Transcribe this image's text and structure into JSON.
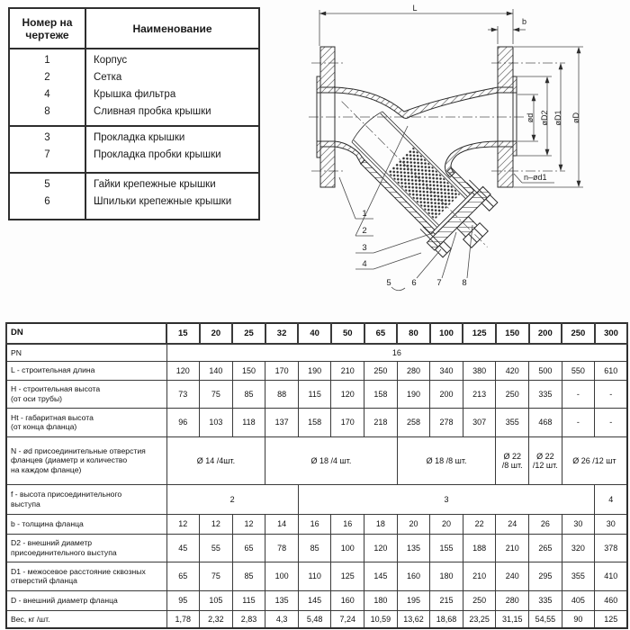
{
  "parts_table": {
    "header_col1": "Номер на чертеже",
    "header_col2": "Наименование",
    "groups": [
      {
        "rows": [
          {
            "num": "1",
            "name": "Корпус"
          },
          {
            "num": "2",
            "name": "Сетка"
          },
          {
            "num": "4",
            "name": "Крышка фильтра"
          },
          {
            "num": "8",
            "name": "Сливная пробка крышки"
          }
        ]
      },
      {
        "rows": [
          {
            "num": "3",
            "name": "Прокладка крышки"
          },
          {
            "num": "7",
            "name": "Прокладка пробки крышки"
          }
        ]
      },
      {
        "rows": [
          {
            "num": "5",
            "name": "Гайки крепежные крышки"
          },
          {
            "num": "6",
            "name": "Шпильки крепежные крышки"
          }
        ]
      }
    ]
  },
  "drawing": {
    "dim_labels": {
      "L": "L",
      "b": "b",
      "d": "ød",
      "D2": "øD2",
      "D1": "øD1",
      "D": "øD",
      "holes": "n–ød1"
    },
    "callouts": [
      "1",
      "2",
      "3",
      "4",
      "5",
      "6",
      "7",
      "8"
    ]
  },
  "dims_table": {
    "rows": [
      {
        "label": "DN",
        "bold": true,
        "cells": [
          {
            "t": "15"
          },
          {
            "t": "20"
          },
          {
            "t": "25"
          },
          {
            "t": "32"
          },
          {
            "t": "40"
          },
          {
            "t": "50"
          },
          {
            "t": "65"
          },
          {
            "t": "80"
          },
          {
            "t": "100"
          },
          {
            "t": "125"
          },
          {
            "t": "150"
          },
          {
            "t": "200"
          },
          {
            "t": "250"
          },
          {
            "t": "300"
          }
        ]
      },
      {
        "label": "PN",
        "cells": [
          {
            "t": "16",
            "span": 14
          }
        ]
      },
      {
        "label": "L - строительная длина",
        "cells": [
          {
            "t": "120"
          },
          {
            "t": "140"
          },
          {
            "t": "150"
          },
          {
            "t": "170"
          },
          {
            "t": "190"
          },
          {
            "t": "210"
          },
          {
            "t": "250"
          },
          {
            "t": "280"
          },
          {
            "t": "340"
          },
          {
            "t": "380"
          },
          {
            "t": "420"
          },
          {
            "t": "500"
          },
          {
            "t": "550"
          },
          {
            "t": "610"
          }
        ]
      },
      {
        "label": "H - строительная высота\n(от оси трубы)",
        "cells": [
          {
            "t": "73"
          },
          {
            "t": "75"
          },
          {
            "t": "85"
          },
          {
            "t": "88"
          },
          {
            "t": "115"
          },
          {
            "t": "120"
          },
          {
            "t": "158"
          },
          {
            "t": "190"
          },
          {
            "t": "200"
          },
          {
            "t": "213"
          },
          {
            "t": "250"
          },
          {
            "t": "335"
          },
          {
            "t": "-"
          },
          {
            "t": "-"
          }
        ]
      },
      {
        "label": "Ht - габаритная высота\n(от конца фланца)",
        "cells": [
          {
            "t": "96"
          },
          {
            "t": "103"
          },
          {
            "t": "118"
          },
          {
            "t": "137"
          },
          {
            "t": "158"
          },
          {
            "t": "170"
          },
          {
            "t": "218"
          },
          {
            "t": "258"
          },
          {
            "t": "278"
          },
          {
            "t": "307"
          },
          {
            "t": "355"
          },
          {
            "t": "468"
          },
          {
            "t": "-"
          },
          {
            "t": "-"
          }
        ]
      },
      {
        "label": "N - ød присоединительные отверстия\nфланцев (диаметр и количество\nна каждом фланце)",
        "cells": [
          {
            "t": "Ø 14 /4шт.",
            "span": 3
          },
          {
            "t": "Ø 18 /4 шт.",
            "span": 4
          },
          {
            "t": "Ø 18 /8 шт.",
            "span": 3
          },
          {
            "t": "Ø 22\n/8 шт.",
            "span": 1
          },
          {
            "t": "Ø 22\n/12 шт.",
            "span": 1
          },
          {
            "t": "Ø 26 /12 шт",
            "span": 2
          }
        ]
      },
      {
        "label": "f - высота присоединительного\nвыступа",
        "cells": [
          {
            "t": "2",
            "span": 4
          },
          {
            "t": "3",
            "span": 9
          },
          {
            "t": "4",
            "span": 1
          }
        ]
      },
      {
        "label": "b - толщина фланца",
        "cells": [
          {
            "t": "12"
          },
          {
            "t": "12"
          },
          {
            "t": "12"
          },
          {
            "t": "14"
          },
          {
            "t": "16"
          },
          {
            "t": "16"
          },
          {
            "t": "18"
          },
          {
            "t": "20"
          },
          {
            "t": "20"
          },
          {
            "t": "22"
          },
          {
            "t": "24"
          },
          {
            "t": "26"
          },
          {
            "t": "30"
          },
          {
            "t": "30"
          }
        ]
      },
      {
        "label": "D2 - внешний диаметр\nприсоединительного выступа",
        "cells": [
          {
            "t": "45"
          },
          {
            "t": "55"
          },
          {
            "t": "65"
          },
          {
            "t": "78"
          },
          {
            "t": "85"
          },
          {
            "t": "100"
          },
          {
            "t": "120"
          },
          {
            "t": "135"
          },
          {
            "t": "155"
          },
          {
            "t": "188"
          },
          {
            "t": "210"
          },
          {
            "t": "265"
          },
          {
            "t": "320"
          },
          {
            "t": "378"
          }
        ]
      },
      {
        "label": "D1 - межосевое расстояние сквозных\nотверстий  фланца",
        "cells": [
          {
            "t": "65"
          },
          {
            "t": "75"
          },
          {
            "t": "85"
          },
          {
            "t": "100"
          },
          {
            "t": "110"
          },
          {
            "t": "125"
          },
          {
            "t": "145"
          },
          {
            "t": "160"
          },
          {
            "t": "180"
          },
          {
            "t": "210"
          },
          {
            "t": "240"
          },
          {
            "t": "295"
          },
          {
            "t": "355"
          },
          {
            "t": "410"
          }
        ]
      },
      {
        "label": "D - внешний диаметр фланца",
        "cells": [
          {
            "t": "95"
          },
          {
            "t": "105"
          },
          {
            "t": "115"
          },
          {
            "t": "135"
          },
          {
            "t": "145"
          },
          {
            "t": "160"
          },
          {
            "t": "180"
          },
          {
            "t": "195"
          },
          {
            "t": "215"
          },
          {
            "t": "250"
          },
          {
            "t": "280"
          },
          {
            "t": "335"
          },
          {
            "t": "405"
          },
          {
            "t": "460"
          }
        ]
      },
      {
        "label": "Вес, кг /шт.",
        "cells": [
          {
            "t": "1,78"
          },
          {
            "t": "2,32"
          },
          {
            "t": "2,83"
          },
          {
            "t": "4,3"
          },
          {
            "t": "5,48"
          },
          {
            "t": "7,24"
          },
          {
            "t": "10,59"
          },
          {
            "t": "13,62"
          },
          {
            "t": "18,68"
          },
          {
            "t": "23,25"
          },
          {
            "t": "31,15"
          },
          {
            "t": "54,55"
          },
          {
            "t": "90"
          },
          {
            "t": "125"
          }
        ]
      }
    ]
  }
}
